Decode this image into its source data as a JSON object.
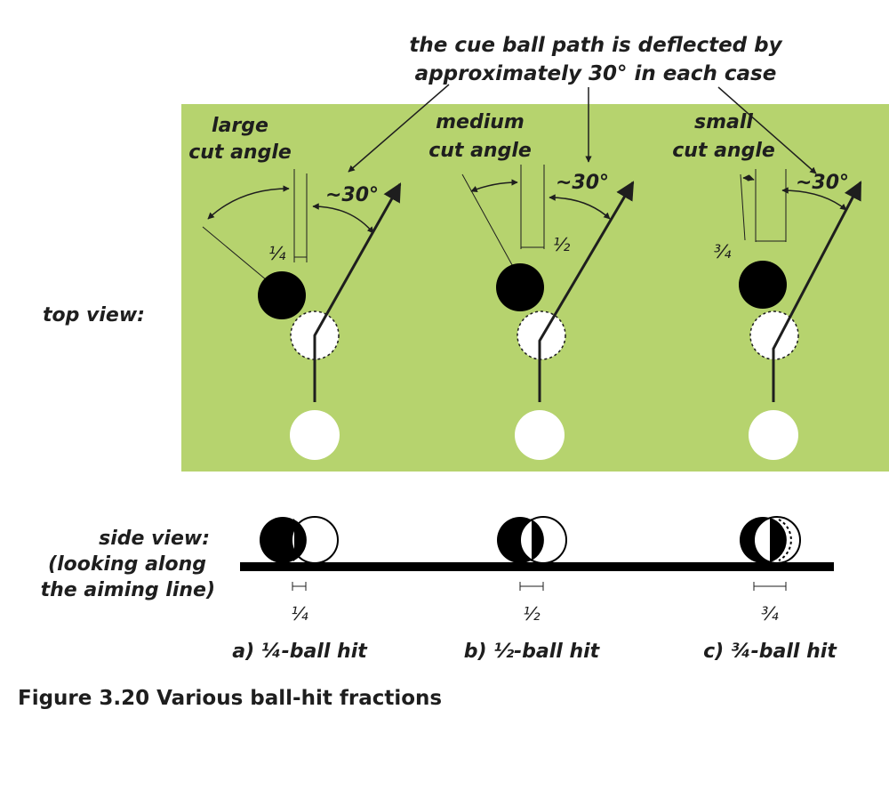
{
  "note": {
    "line1": "the cue ball path is deflected by",
    "line2": "approximately 30° in each case"
  },
  "top_view_label": "top view:",
  "side_view_label": {
    "line1": "side view:",
    "line2": "(looking along",
    "line3": "the aiming line)"
  },
  "panels": [
    {
      "cut_angle_line1": "large",
      "cut_angle_line2": "cut angle",
      "deflection_label": "~30°",
      "fraction_top": "¼",
      "fraction_side": "¼",
      "hit_label": "a) ¼-ball hit"
    },
    {
      "cut_angle_line1": "medium",
      "cut_angle_line2": "cut angle",
      "deflection_label": "~30°",
      "fraction_top": "½",
      "fraction_side": "½",
      "hit_label": "b) ½-ball hit"
    },
    {
      "cut_angle_line1": "small",
      "cut_angle_line2": "cut angle",
      "deflection_label": "~30°",
      "fraction_top": "¾",
      "fraction_side": "¾",
      "hit_label": "c) ¾-ball hit"
    }
  ],
  "figure_caption": "Figure 3.20 Various ball-hit fractions",
  "colors": {
    "table": "#b6d36e",
    "ball_object": "#000000",
    "ball_cue": "#ffffff",
    "line": "#1e1e1e"
  }
}
